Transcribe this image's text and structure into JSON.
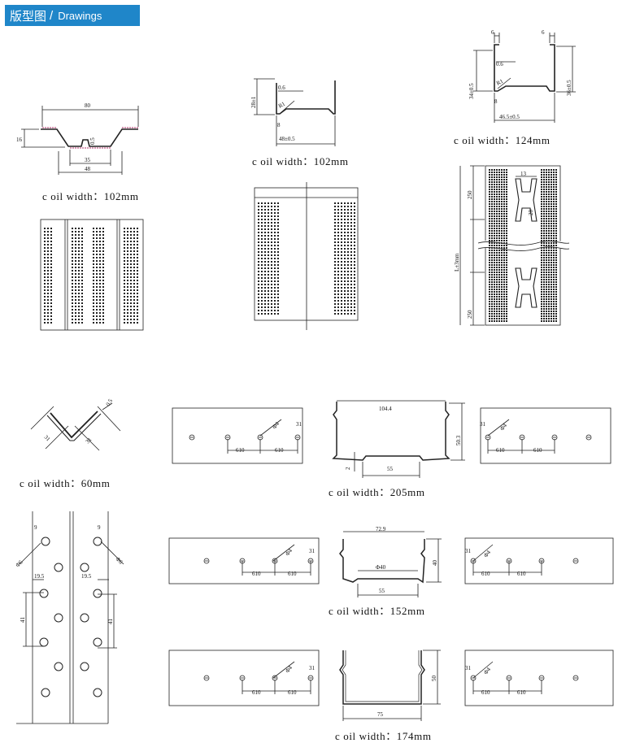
{
  "header": {
    "title_cn": "版型图",
    "separator": "/",
    "title_en": "Drawings"
  },
  "captions": {
    "c1": "c oil  width：102mm",
    "c2": "c oil  width：102mm",
    "c3": "c oil  width：124mm",
    "c4": "c oil  width：60mm",
    "c5": "c oil  width：205mm",
    "c6": "c oil  width：152mm",
    "c7": "c oil  width：174mm"
  },
  "dims": {
    "d1_top": "80",
    "d1_left": "16",
    "d1_bottom": "35",
    "d1_overall": "48",
    "d1_thick": "0.5",
    "d2_thick": "0.6",
    "d2_height": "28±1",
    "d2_radius": "R1",
    "d2_foot": "8",
    "d2_width": "48±0.5",
    "d3_topl": "6",
    "d3_topr": "6",
    "d3_thick": "0.6",
    "d3_radius": "R1",
    "d3_foot": "8",
    "d3_width": "46.5±0.5",
    "d3_left": "34±0.5",
    "d3_right": "36±0.5",
    "d4_w": "13",
    "d4_h": "20",
    "d4_top": "250",
    "d4_len": "L±3mm",
    "d4_bot": "250",
    "d5_thick": "0.5",
    "d5_l": "31",
    "d5_r": "31",
    "d6_hole": "Φ4",
    "d6_edge": "31",
    "d6_s1": "610",
    "d6_s2": "610",
    "d7_top": "104.4",
    "d7_h": "50.3",
    "d7_foot": "2",
    "d7_bottom": "55",
    "d8_edge": "31",
    "d8_hole": "Φ4",
    "d8_s1": "610",
    "d8_s2": "610",
    "d9_e1": "9",
    "d9_e2": "9",
    "d9_h1": "Φ6",
    "d9_h2": "Φ6",
    "d9_m1": "19.5",
    "d9_m2": "19.5",
    "d9_p1": "41",
    "d9_p2": "41",
    "d10_hole": "Φ4",
    "d10_edge": "31",
    "d10_s1": "610",
    "d10_s2": "610",
    "d11_top": "72.9",
    "d11_h": "40",
    "d11_slot": "Φ40",
    "d11_bottom": "55",
    "d12_edge": "31",
    "d12_hole": "Φ4",
    "d12_s1": "610",
    "d12_s2": "610",
    "d13_hole": "Φ4",
    "d13_edge": "31",
    "d13_s1": "610",
    "d13_s2": "610",
    "d14_h": "50",
    "d14_bottom": "75",
    "d15_edge": "31",
    "d15_hole": "Φ4",
    "d15_s1": "610",
    "d15_s2": "610"
  }
}
